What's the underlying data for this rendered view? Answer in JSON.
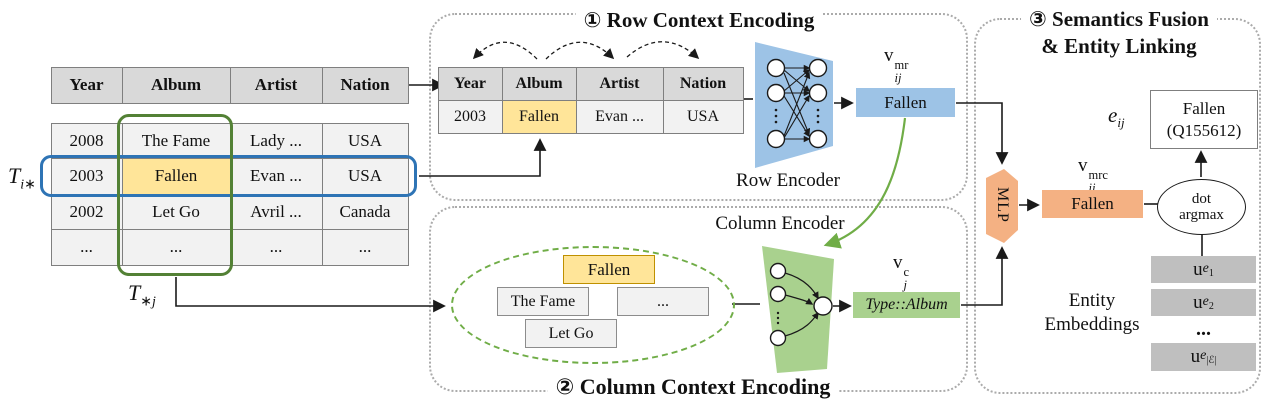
{
  "colors": {
    "light_blue": "#9DC3E6",
    "light_green": "#A9D18E",
    "light_orange": "#F4B183",
    "light_yellow": "#FFE599",
    "header_gray": "#D9D9D9",
    "cell_gray": "#F2F2F2",
    "embed_gray": "#BFBFBF",
    "blue_outline": "#2E74B5",
    "green_outline": "#538135",
    "green_dash": "#70AD47"
  },
  "source_table": {
    "row_label": {
      "base": "T",
      "sub": "i∗"
    },
    "col_label": {
      "base": "T",
      "sub": "∗j"
    },
    "headers": [
      "Year",
      "Album",
      "Artist",
      "Nation"
    ],
    "rows": [
      [
        "2008",
        "The Fame",
        "Lady ...",
        "USA"
      ],
      [
        "2003",
        "Fallen",
        "Evan ...",
        "USA"
      ],
      [
        "2002",
        "Let Go",
        "Avril ...",
        "Canada"
      ],
      [
        "...",
        "...",
        "...",
        "..."
      ]
    ]
  },
  "row_section": {
    "title": "① Row Context Encoding",
    "table_headers": [
      "Year",
      "Album",
      "Artist",
      "Nation"
    ],
    "table_row": [
      "2003",
      "Fallen",
      "Evan ...",
      "USA"
    ],
    "encoder_label": "Row Encoder",
    "output_vector": {
      "base": "v",
      "sub": "ij",
      "sup": "mr"
    },
    "output_cell": "Fallen"
  },
  "column_section": {
    "title": "② Column Context Encoding",
    "encoder_label": "Column Encoder",
    "cells": {
      "highlight": "Fallen",
      "cell1": "The Fame",
      "cell2": "...",
      "cell3": "Let Go"
    },
    "output_vector": {
      "base": "v",
      "sub": "j",
      "sup": "c"
    },
    "output_cell": "Type::Album"
  },
  "fusion_section": {
    "title_line1": "③ Semantics Fusion",
    "title_line2": "& Entity Linking",
    "mlp_label": "MLP",
    "fused_vector": {
      "base": "v",
      "sub": "ij",
      "sup": "mrc"
    },
    "fused_cell": "Fallen",
    "argmax_op": {
      "line1": "dot",
      "line2": "argmax"
    },
    "entity_result": {
      "label_base": "e",
      "label_sub": "ij",
      "line1": "Fallen",
      "line2": "(Q155612)"
    },
    "embeddings_caption": {
      "line1": "Entity",
      "line2": "Embeddings"
    },
    "embeddings": {
      "e1": {
        "base": "u",
        "sub": "e",
        "subsub": "1"
      },
      "e2": {
        "base": "u",
        "sub": "e",
        "subsub": "2"
      },
      "dots": "...",
      "en": {
        "base": "u",
        "sub": "e",
        "subsub": "|ℰ|"
      }
    }
  }
}
